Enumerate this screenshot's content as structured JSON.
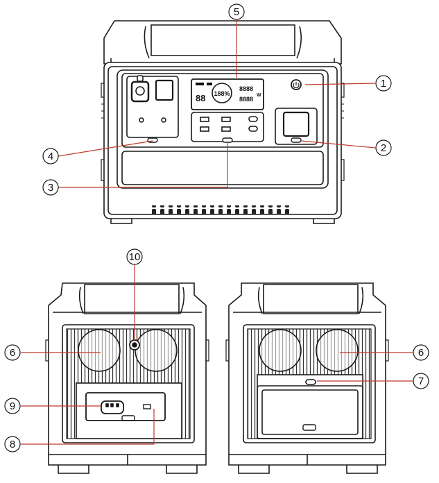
{
  "figure": {
    "kind": "product-diagram",
    "subject": "portable power station",
    "views": [
      "front",
      "left side",
      "right side"
    ]
  },
  "colors": {
    "outline": "#1a1a1a",
    "leader_line": "#c0392b",
    "background": "#ffffff"
  },
  "callouts": [
    {
      "id": "c1",
      "number": "1"
    },
    {
      "id": "c2",
      "number": "2"
    },
    {
      "id": "c3",
      "number": "3"
    },
    {
      "id": "c4",
      "number": "4"
    },
    {
      "id": "c5",
      "number": "5"
    },
    {
      "id": "c6a",
      "number": "6"
    },
    {
      "id": "c6b",
      "number": "6"
    },
    {
      "id": "c7",
      "number": "7"
    },
    {
      "id": "c8",
      "number": "8"
    },
    {
      "id": "c9",
      "number": "9"
    },
    {
      "id": "c10",
      "number": "10"
    }
  ],
  "lcd": {
    "left_digits": "88",
    "center_percent": "188%",
    "right_top_digits": "8888",
    "right_bottom_digits": "8888",
    "unit_w": "W"
  }
}
